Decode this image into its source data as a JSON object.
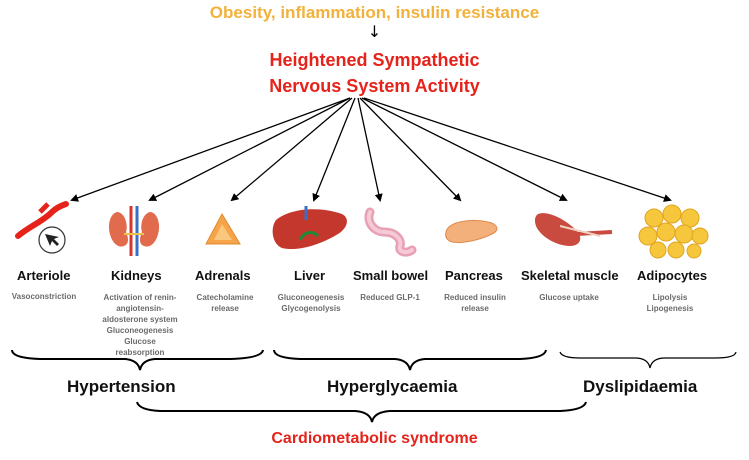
{
  "header": {
    "cause": "Obesity, inflammation, insulin resistance",
    "arrow": "↓",
    "sns_line1": "Heightened Sympathetic",
    "sns_line2": "Nervous System Activity"
  },
  "organs": [
    {
      "name": "Arteriole",
      "effects": [
        "Vasoconstriction"
      ],
      "icon": "arteriole-icon"
    },
    {
      "name": "Kidneys",
      "effects": [
        "Activation of renin-",
        "angiotensin-",
        "aldosterone system",
        "Gluconeogenesis",
        "Glucose",
        "reabsorption"
      ],
      "icon": "kidneys-icon"
    },
    {
      "name": "Adrenals",
      "effects": [
        "Catecholamine",
        "release"
      ],
      "icon": "adrenals-icon"
    },
    {
      "name": "Liver",
      "effects": [
        "Gluconeogenesis",
        "Glycogenolysis"
      ],
      "icon": "liver-icon"
    },
    {
      "name": "Small bowel",
      "effects": [
        "Reduced GLP-1"
      ],
      "icon": "small-bowel-icon"
    },
    {
      "name": "Pancreas",
      "effects": [
        "Reduced insulin",
        "release"
      ],
      "icon": "pancreas-icon"
    },
    {
      "name": "Skeletal muscle",
      "effects": [
        "Glucose uptake"
      ],
      "icon": "skeletal-muscle-icon"
    },
    {
      "name": "Adipocytes",
      "effects": [
        "Lipolysis",
        "Lipogenesis"
      ],
      "icon": "adipocytes-icon"
    }
  ],
  "outcomes": {
    "hypertension": "Hypertension",
    "hyperglycaemia": "Hyperglycaemia",
    "dyslipidaemia": "Dyslipidaemia"
  },
  "syndrome": "Cardiometabolic syndrome",
  "colors": {
    "cause": "#F2B13A",
    "sns": "#E5231B",
    "syndrome": "#E5231B"
  }
}
